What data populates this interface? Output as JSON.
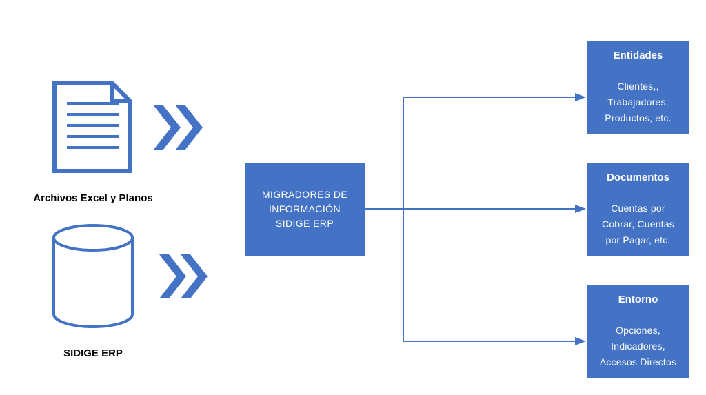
{
  "colors": {
    "primary": "#4472c4",
    "text_dark": "#000000",
    "text_light": "#ffffff"
  },
  "sources": [
    {
      "label": "Archivos Excel y Planos",
      "icon": "document-icon"
    },
    {
      "label": "SIDIGE ERP",
      "icon": "database-icon"
    }
  ],
  "center": {
    "text": "MIGRADORES DE\nINFORMACIÓN\nSIDIGE ERP"
  },
  "targets": [
    {
      "title": "Entidades",
      "body": "Clientes,,\nTrabajadores,\nProductos, etc."
    },
    {
      "title": "Documentos",
      "body": "Cuentas por\nCobrar, Cuentas\npor Pagar, etc."
    },
    {
      "title": "Entorno",
      "body": "Opciones,\nIndicadores,\nAccesos Directos"
    }
  ]
}
